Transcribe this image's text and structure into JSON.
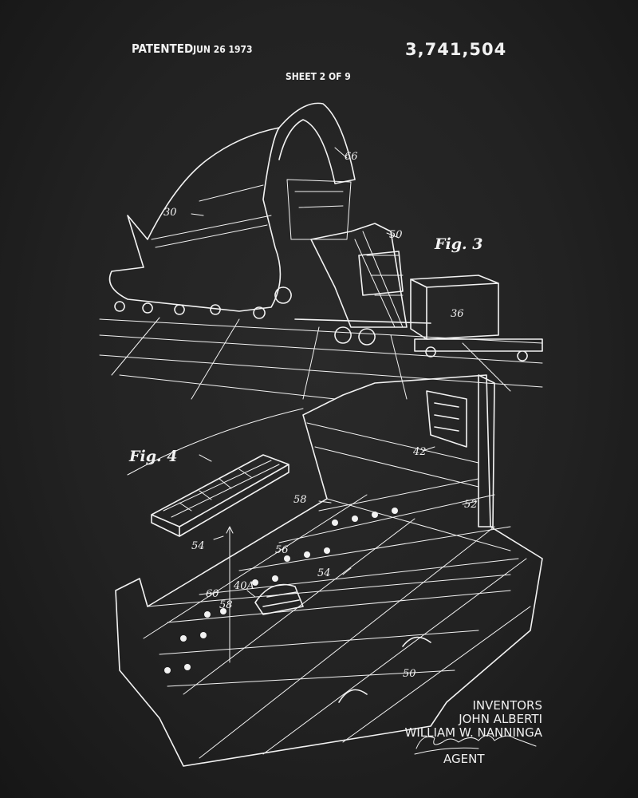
{
  "header": {
    "patented_label": "PATENTED",
    "patented_date": "JUN 26 1973",
    "patent_number": "3,741,504",
    "sheet": "SHEET 2 OF 9"
  },
  "figures": {
    "fig3": {
      "title": "Fig. 3",
      "refs": {
        "nose": "66",
        "fuselage": "30",
        "loader": "50",
        "container": "36"
      }
    },
    "fig4": {
      "title": "Fig. 4",
      "refs": {
        "panel": "42",
        "rail": "58",
        "wall": "52",
        "tray": "54",
        "roller": "56",
        "tray2": "54",
        "ball_mat": "40A",
        "edge": "60",
        "rail2": "58",
        "floor": "50"
      }
    }
  },
  "inventors": {
    "heading": "INVENTORS",
    "names": [
      "JOHN ALBERTI",
      "WILLIAM W. NANNINGA"
    ],
    "signature": "Nicolas Helbig",
    "agent_label": "AGENT"
  }
}
